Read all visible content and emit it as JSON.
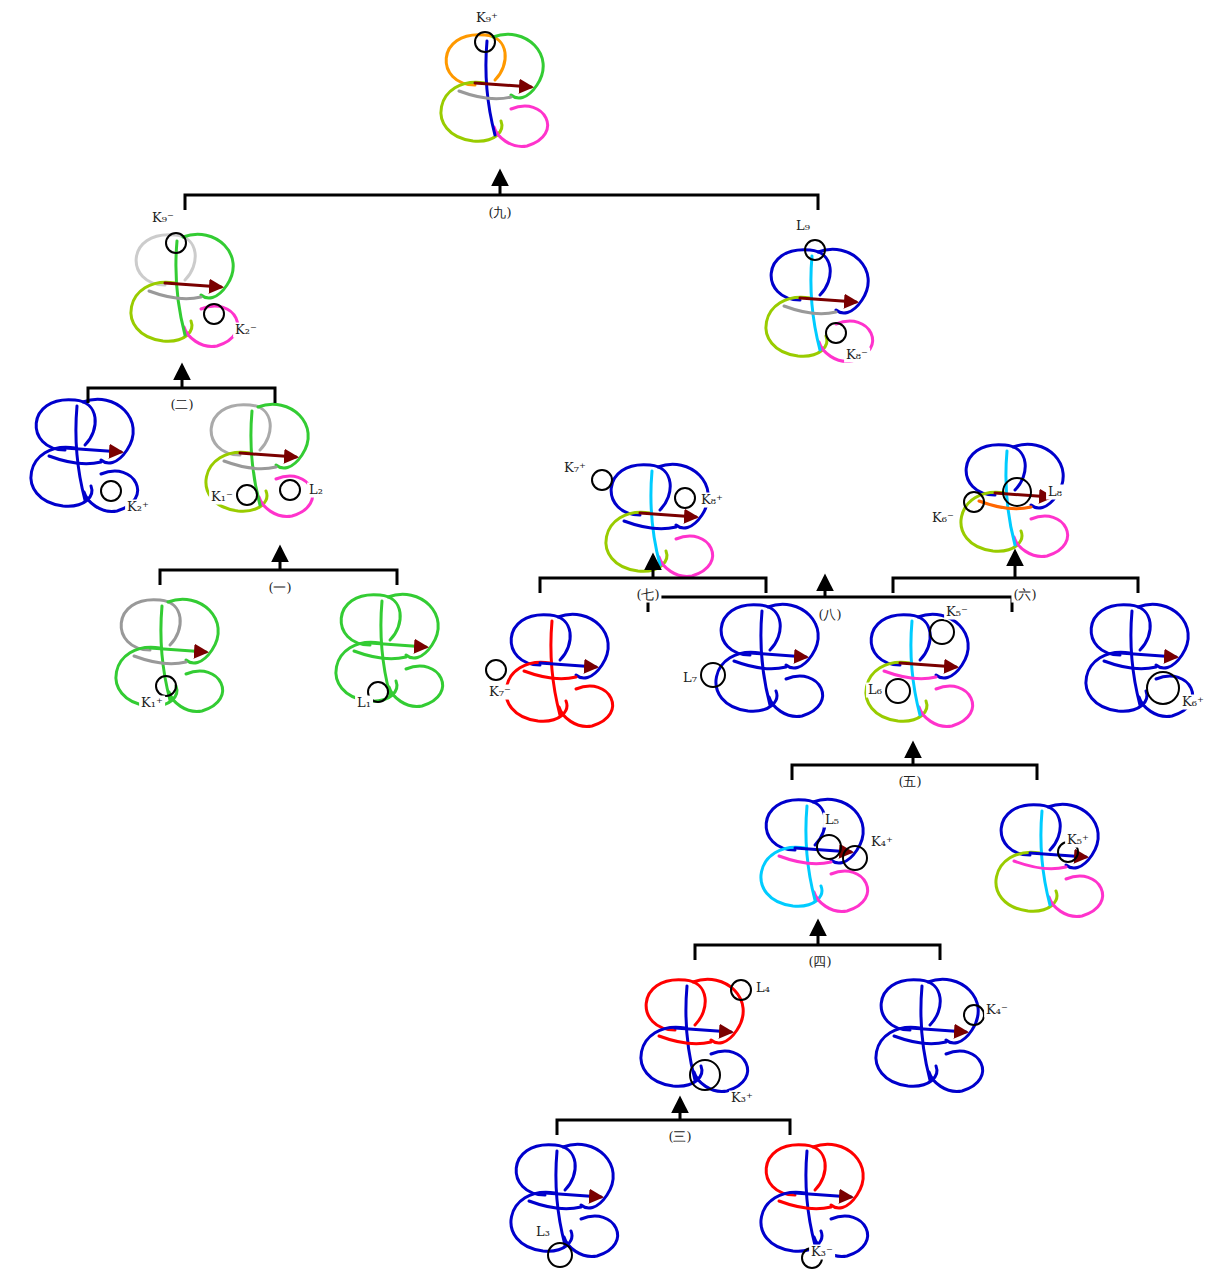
{
  "diagram": {
    "labels": [
      "K₉⁺",
      "(九)",
      "K₉⁻",
      "K₂⁻",
      "(二)",
      "K₂⁺",
      "K₁⁻",
      "L₂",
      "(一)",
      "K₁⁺",
      "L₁",
      "L₉",
      "K₈⁻",
      "(八)",
      "K₇⁺",
      "K₈⁺",
      "K₆⁻",
      "L₈",
      "(七)",
      "(六)",
      "K₇⁻",
      "L₇",
      "K₅⁻",
      "L₆",
      "K₆⁺",
      "(五)",
      "L₅",
      "K₄⁺",
      "K₅⁺",
      "(四)",
      "L₄",
      "K₃⁺",
      "K₄⁻",
      "(三)",
      "L₃",
      "K₃⁻"
    ]
  }
}
